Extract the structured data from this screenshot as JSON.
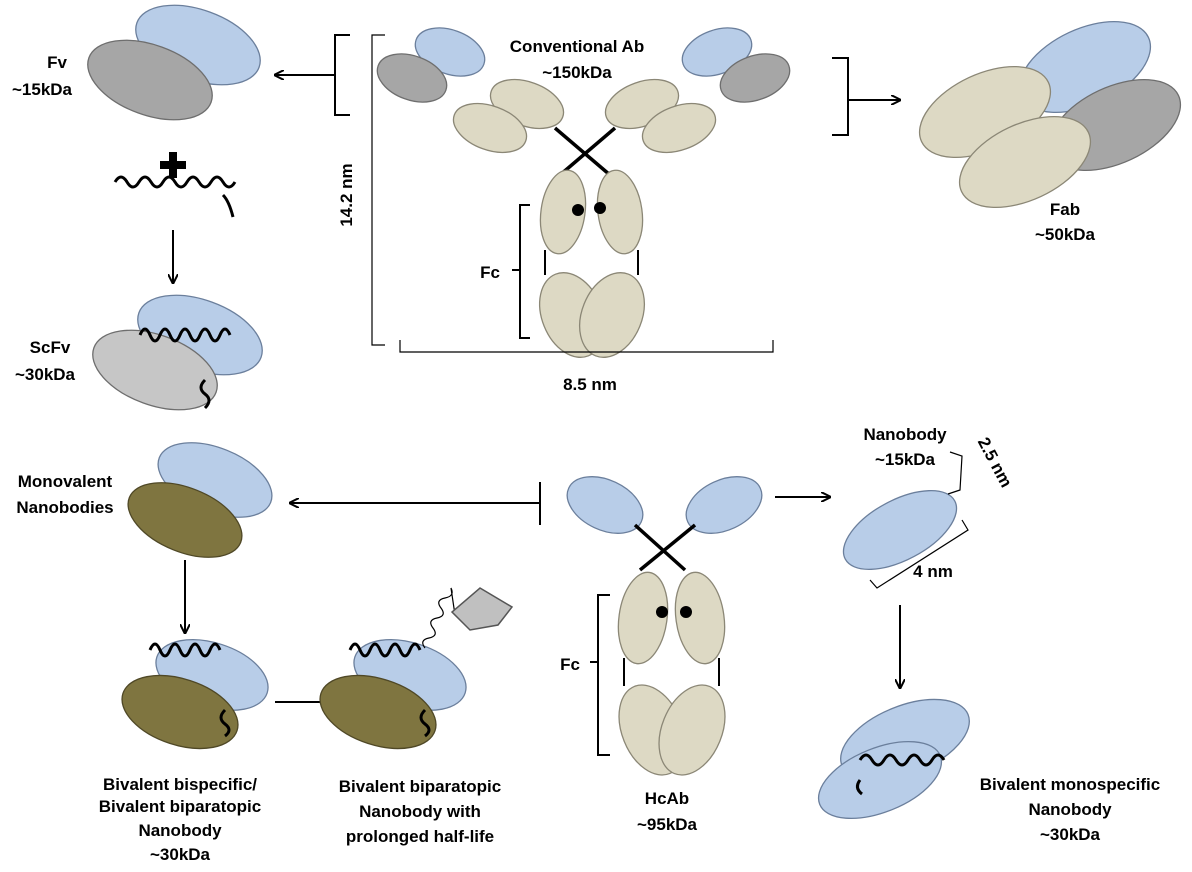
{
  "labels": {
    "fv_name": "Fv",
    "fv_mass": "~15kDa",
    "scfv_name": "ScFv",
    "scfv_mass": "~30kDa",
    "conv_name": "Conventional Ab",
    "conv_mass": "~150kDa",
    "height": "14.2 nm",
    "width": "8.5 nm",
    "fc_top": "Fc",
    "fab_name": "Fab",
    "fab_mass": "~50kDa",
    "mono_line1": "Monovalent",
    "mono_line2": "Nanobodies",
    "nb_name": "Nanobody",
    "nb_mass": "~15kDa",
    "nb_depth": "2.5 nm",
    "nb_length": "4 nm",
    "fc_bottom": "Fc",
    "hcab_name": "HcAb",
    "hcab_mass": "~95kDa",
    "bb_line1": "Bivalent bispecific/",
    "bb_line2": "Bivalent biparatopic",
    "bb_line3": "Nanobody",
    "bb_mass": "~30kDa",
    "hl_line1": "Bivalent biparatopic",
    "hl_line2": "Nanobody with",
    "hl_line3": "prolonged half-life",
    "mono_sp_line1": "Bivalent monospecific",
    "mono_sp_line2": "Nanobody",
    "mono_sp_mass": "~30kDa"
  },
  "colors": {
    "variable_domain": "#b8cde8",
    "light_chain": "#a6a6a6",
    "constant_domain": "#ddd9c4",
    "second_nanobody": "#7f7540",
    "half_life_extender": "#c0c0c0"
  }
}
